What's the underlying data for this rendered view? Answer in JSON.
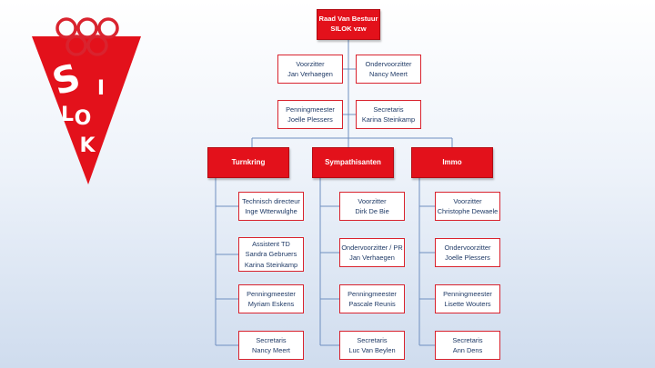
{
  "colors": {
    "brand_red": "#e3111b",
    "box_border": "#d9232e",
    "text_blue": "#1f3a66",
    "connector": "#6f8fc0"
  },
  "logo": {
    "letters": [
      "S",
      "I",
      "L",
      "O",
      "K"
    ],
    "ring_color": "#d9232e"
  },
  "board": {
    "title": {
      "lines": [
        "Raad Van Bestuur",
        "SILOK vzw"
      ]
    },
    "members": [
      {
        "role": "Voorzitter",
        "name": "Jan Verhaegen"
      },
      {
        "role": "Ondervoorzitter",
        "name": "Nancy Meert"
      },
      {
        "role": "Penningmeester",
        "name": "Joelle Plessers"
      },
      {
        "role": "Secretaris",
        "name": "Karina Steinkamp"
      }
    ]
  },
  "departments": [
    {
      "title": "Turnkring",
      "members": [
        {
          "lines": [
            "Technisch directeur",
            "Inge Wtterwulghe"
          ]
        },
        {
          "lines": [
            "Assistent TD",
            "Sandra Gebruers",
            "Karina Steinkamp"
          ]
        },
        {
          "lines": [
            "Penningmeester",
            "Myriam Eskens"
          ]
        },
        {
          "lines": [
            "Secretaris",
            "Nancy Meert"
          ]
        }
      ]
    },
    {
      "title": "Sympathisanten",
      "members": [
        {
          "lines": [
            "Voorzitter",
            "Dirk De Bie"
          ]
        },
        {
          "lines": [
            "Ondervoorzitter / PR",
            "Jan Verhaegen"
          ]
        },
        {
          "lines": [
            "Penningmeester",
            "Pascale Reunis"
          ]
        },
        {
          "lines": [
            "Secretaris",
            "Luc Van Beylen"
          ]
        }
      ]
    },
    {
      "title": "Immo",
      "members": [
        {
          "lines": [
            "Voorzitter",
            "Christophe Dewaele"
          ]
        },
        {
          "lines": [
            "Ondervoorzitter",
            "Joelle Plessers"
          ]
        },
        {
          "lines": [
            "Penningmeester",
            "Lisette Wouters"
          ]
        },
        {
          "lines": [
            "Secretaris",
            "Ann Dens"
          ]
        }
      ]
    }
  ]
}
